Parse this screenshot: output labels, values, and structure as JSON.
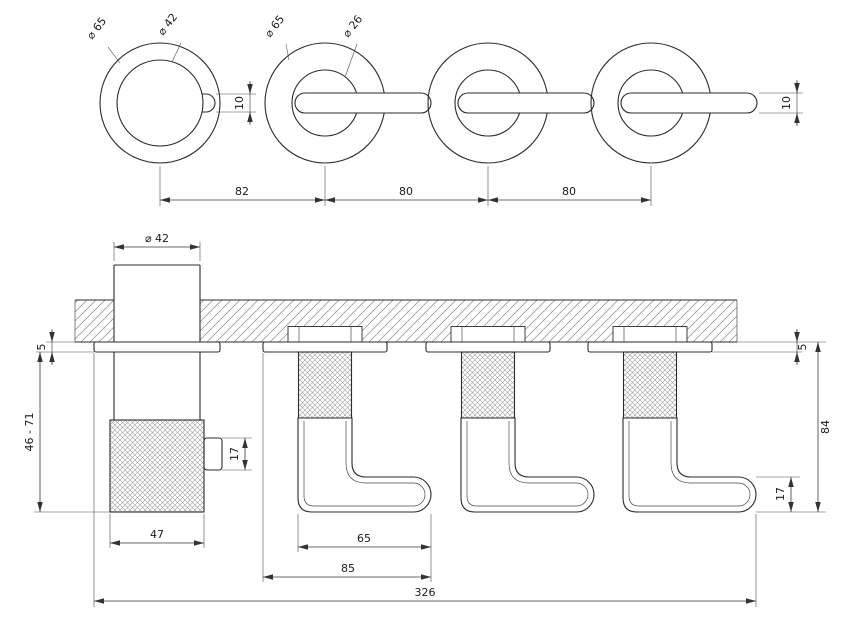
{
  "top_view": {
    "knob_dia_outer": "⌀ 65",
    "knob_dia_inner": "⌀ 42",
    "handle_dia_outer": "⌀ 65",
    "handle_dia_knurl": "⌀ 26",
    "knob_stub_height": "10",
    "lever_height": "10",
    "spacing_1": "82",
    "spacing_2": "80",
    "spacing_3": "80"
  },
  "front_view": {
    "knob_dia": "⌀ 42",
    "flange_thickness_left": "5",
    "exposed_length_range": "46 - 71",
    "knob_stub_size": "17",
    "knob_knurl_width": "47",
    "lever_arm_length": "65",
    "handle_overall_length": "85",
    "overall_width": "326",
    "flange_thickness_right": "5",
    "overall_projection": "84",
    "lever_thickness": "17"
  }
}
